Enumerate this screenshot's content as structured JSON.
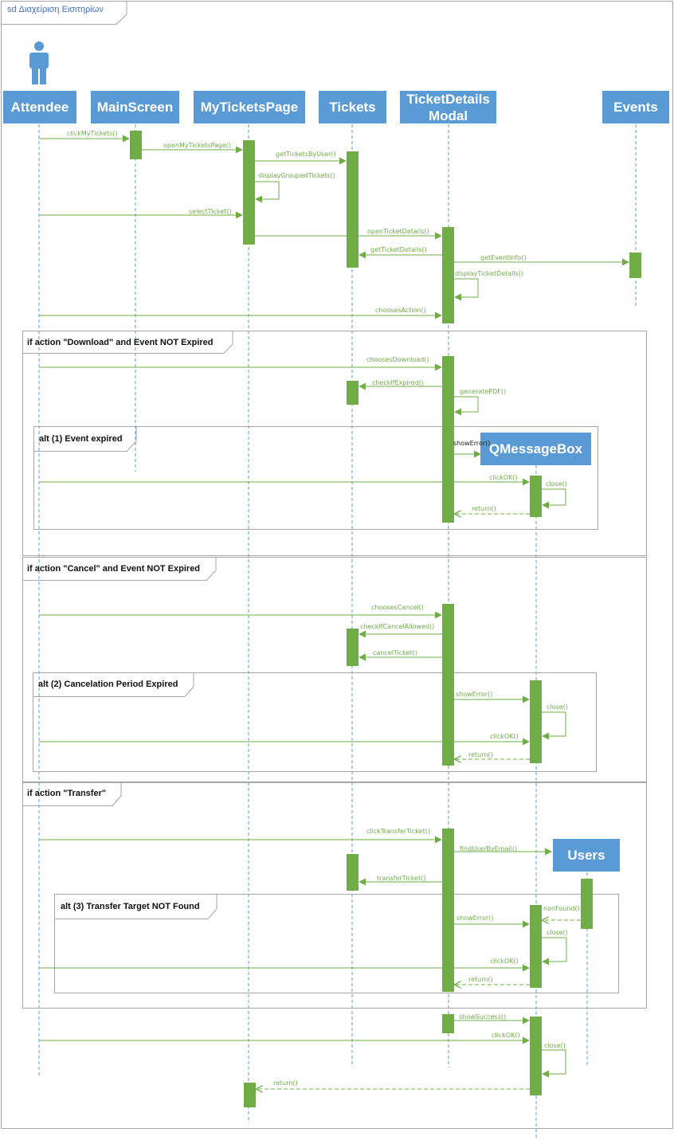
{
  "frame_title": "sd Διαχείριση Εισιτηρίων",
  "colors": {
    "lifeline_head": "#5b9bd5",
    "activation": "#70ad47",
    "message": "#70ad47",
    "frame_border": "#a6a6a6"
  },
  "lifelines": {
    "attendee": "Attendee",
    "mainscreen": "MainScreen",
    "myticketspage": "MyTicketsPage",
    "tickets": "Tickets",
    "ticketdetails": [
      "TicketDetails",
      "Modal"
    ],
    "events": "Events",
    "qmessagebox": "QMessageBox",
    "users": "Users"
  },
  "fragments": {
    "download": "if action \"Download\" and Event NOT Expired",
    "alt1": "alt (1) Event expired",
    "cancel": "if action \"Cancel\" and Event NOT Expired",
    "alt2": "alt (2) Cancelation Period Expired",
    "transfer": "if action \"Transfer\"",
    "alt3": "alt (3) Transfer Target NOT Found"
  },
  "messages": {
    "click_my_tickets": "clickMyTickets()",
    "open_my_tickets_page": "openMyTicketsPage()",
    "get_tickets_by_user": "getTicketsByUser()",
    "display_grouped_tickets": "displayGroupedTickets()",
    "select_ticket": "selectTicket()",
    "open_ticket_details": "openTicketDetails()",
    "get_ticket_details": "getTicketDetails()",
    "get_event_info": "getEventInfo()",
    "display_ticket_details": "displayTicketDetails()",
    "chooses_action": "choosesAction()",
    "chooses_download": "choosesDownload()",
    "check_if_expired": "checkIfExpired()",
    "generate_pdf": "generatePDF()",
    "show_error_1": "showError()",
    "click_ok_1": "clickOK()",
    "close_1": "close()",
    "return_1": "return()",
    "chooses_cancel": "choosesCancel()",
    "check_if_cancel_allowed": "checkIfCancelAllowed()",
    "cancel_ticket": "cancelTicket()",
    "show_error_2": "showError()",
    "close_2": "close()",
    "click_ok_2": "clickOK()",
    "return_2": "return()",
    "click_transfer_ticket": "clickTransferTicket()",
    "find_user_by_email": "findUserByEmail()",
    "transfer_ticket": "transferTicket()",
    "non_found": "nonFound()",
    "show_error_3": "showError()",
    "close_3": "close()",
    "click_ok_3": "clickOK()",
    "return_3": "return()",
    "show_success": "showSuccess()",
    "click_ok_4": "clickOK()",
    "close_4": "close()",
    "return_4": "return()"
  }
}
